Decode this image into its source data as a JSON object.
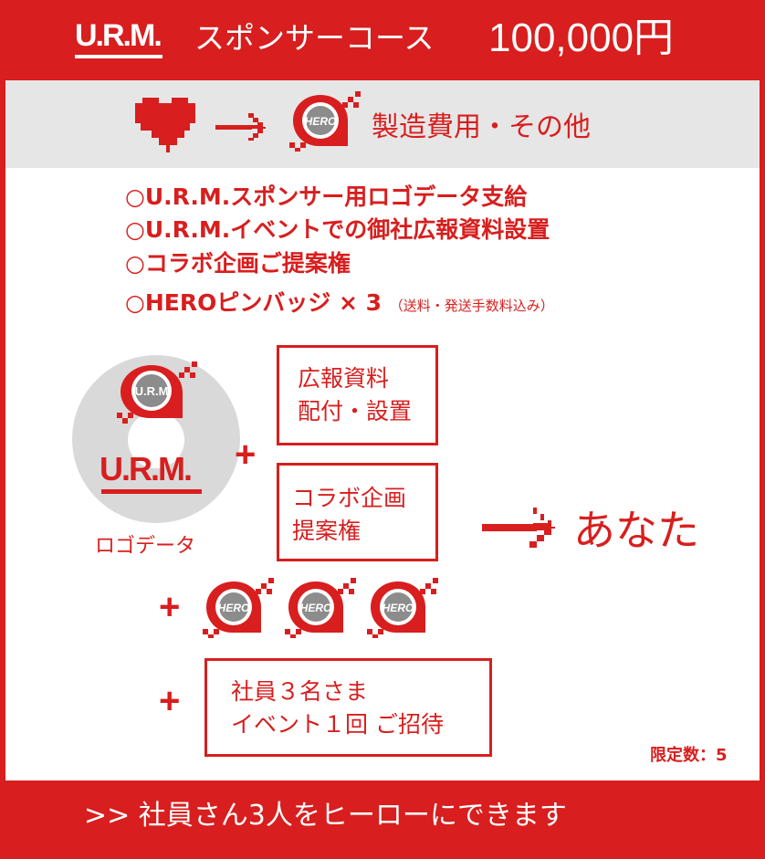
{
  "header": {
    "logo": "U.R.M.",
    "course_name": "スポンサーコース",
    "price": "100,000円"
  },
  "band": {
    "text": "製造費用・その他",
    "icons": [
      "heart-icon",
      "arrow-right-icon",
      "hero-badge-icon"
    ]
  },
  "benefits": [
    "○U.R.M.スポンサー用ロゴデータ支給",
    "○U.R.M.イベントでの御社広報資料設置",
    "○コラボ企画ご提案権",
    "○HEROピンバッジ × 3"
  ],
  "benefit_note": "（送料・発送手数料込み）",
  "diagram": {
    "disc_badge_label": "U.R.M",
    "disc_logo": "U.R.M.",
    "logo_caption": "ロゴデータ",
    "box1": [
      "広報資料",
      "配付・設置"
    ],
    "box2": [
      "コラボ企画",
      "提案権"
    ],
    "box3": [
      "社員３名さま",
      "イベント１回 ご招待"
    ],
    "plus": "+",
    "badge_label": "HERO",
    "result": "あなた",
    "limit": "限定数：5"
  },
  "footer": {
    "text": ">> 社員さん3人をヒーローにできます"
  },
  "colors": {
    "brand_red": "#d81e1e",
    "band_grey": "#e6e6e6",
    "disc_grey": "#d9d9d9",
    "badge_grey": "#8c8c8c"
  }
}
